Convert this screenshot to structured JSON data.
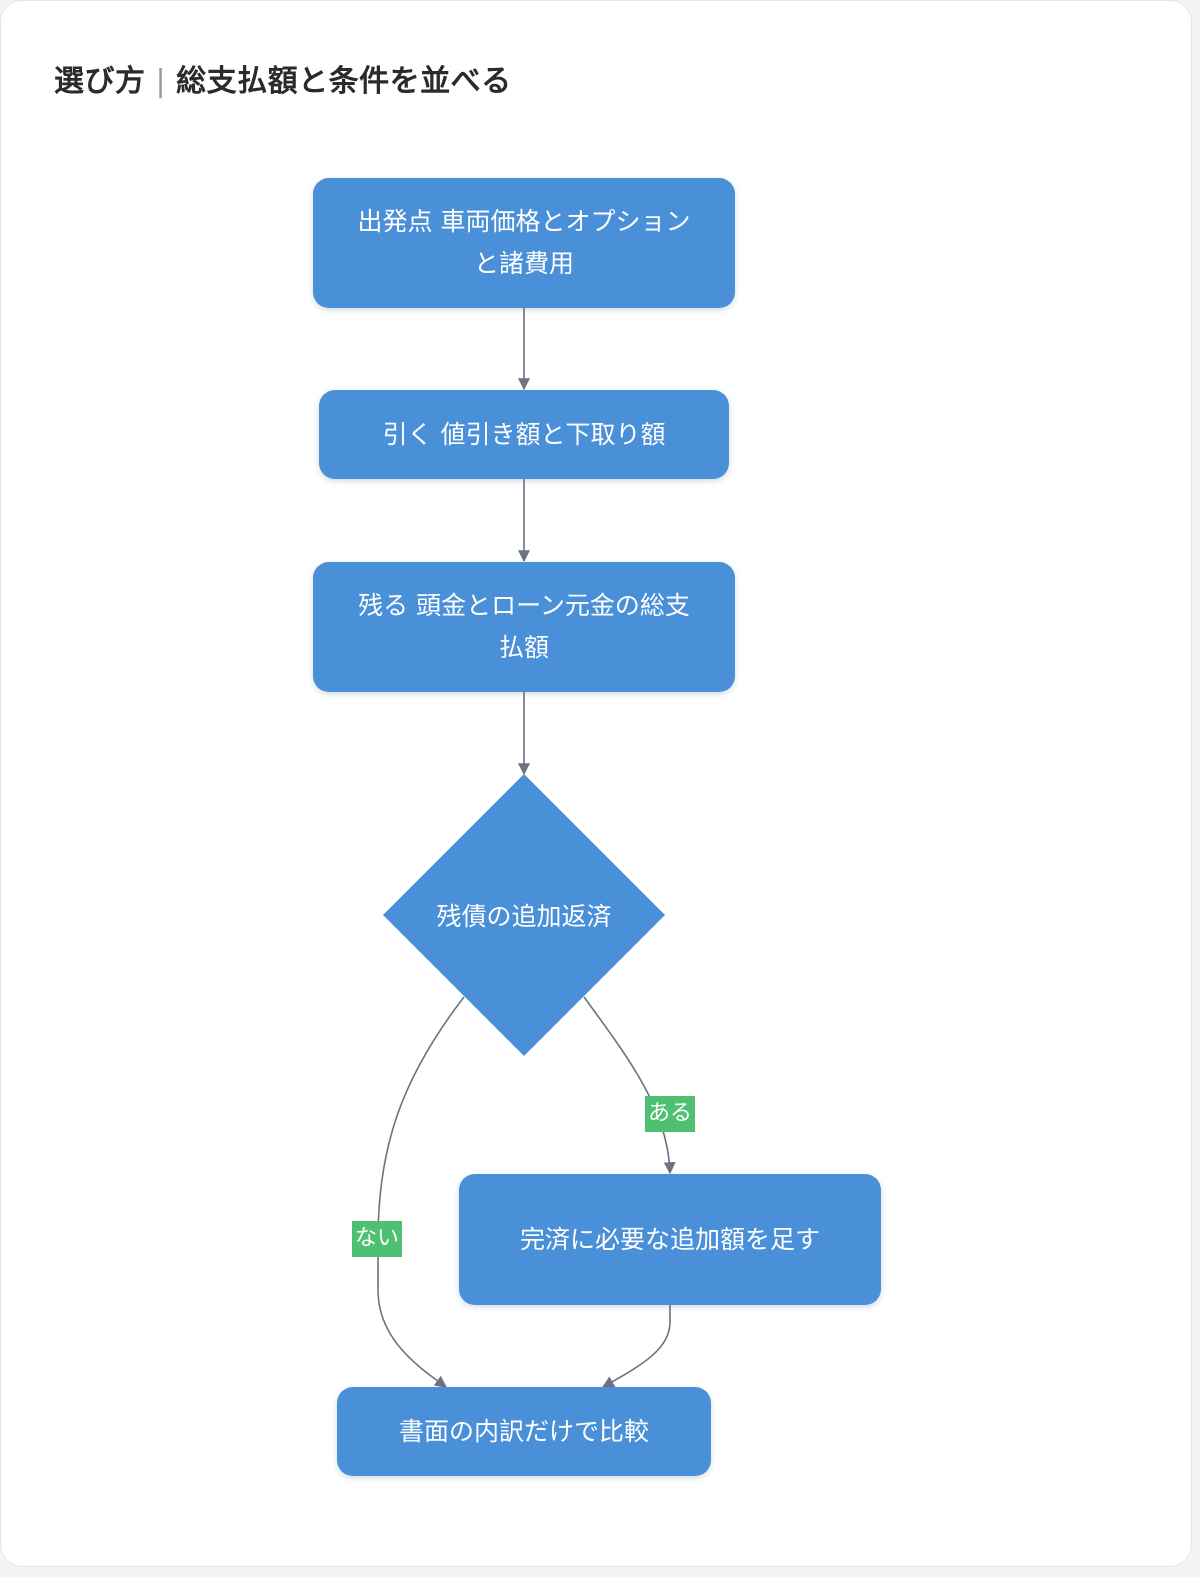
{
  "title": {
    "main": "選び方",
    "separator": "|",
    "sub": "総支払額と条件を並べる"
  },
  "nodes": {
    "start": "出発点 車両価格とオプションと諸費用",
    "subtract": "引く 値引き額と下取り額",
    "remain": "残る 頭金とローン元金の総支払額",
    "decision": "残債の追加返済",
    "add": "完済に必要な追加額を足す",
    "compare": "書面の内訳だけで比較"
  },
  "edges": {
    "yes_label": "ある",
    "no_label": "ない"
  },
  "colors": {
    "node_fill": "#4a90d9",
    "edge_label_fill": "#4fbf71",
    "edge_line": "#6b7280",
    "text_on_node": "#ffffff"
  }
}
